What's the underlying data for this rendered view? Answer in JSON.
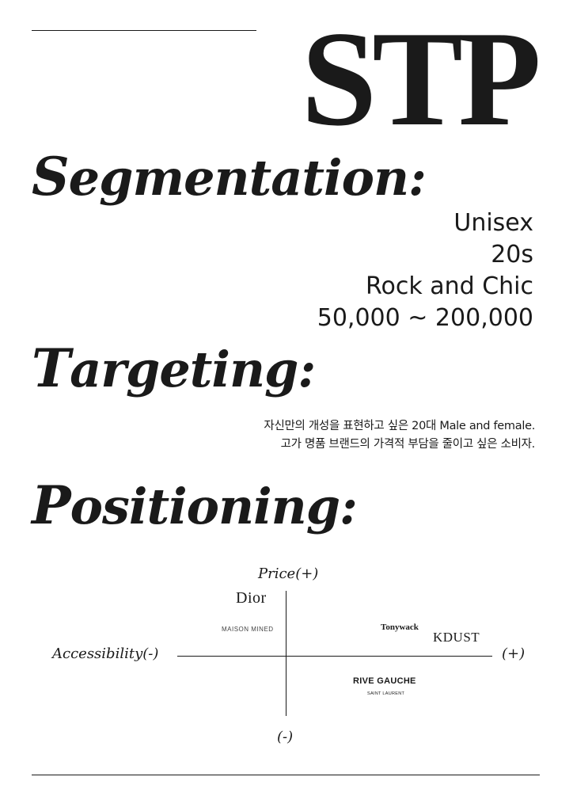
{
  "title": "STP",
  "segmentation": {
    "heading": "Segmentation:",
    "items": [
      "Unisex",
      "20s",
      "Rock and Chic",
      "50,000 ~ 200,000"
    ]
  },
  "targeting": {
    "heading": "Targeting:",
    "lines": [
      "자신만의 개성을 표현하고 싶은 20대 Male and female.",
      "고가 명품 브랜드의 가격적 부담을 줄이고 싶은 소비자."
    ]
  },
  "positioning": {
    "heading": "Positioning:",
    "axis_labels": {
      "top": "Price(+)",
      "bottom": "(-)",
      "left": "Accessibility(-)",
      "right": "(+)"
    },
    "brands": {
      "dior": "Dior",
      "maison_mined": "MAISON MINED",
      "tonywack": "Tonywack",
      "kdust": "KDUST",
      "rive_gauche": "RIVE GAUCHE",
      "saint_laurent": "SAINT LAURENT"
    }
  }
}
